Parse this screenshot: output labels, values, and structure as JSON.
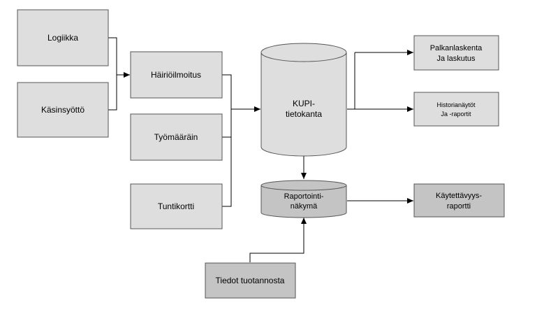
{
  "colors": {
    "box_fill": "#dedede",
    "box_fill_dark": "#c4c4c4",
    "box_stroke": "#555555",
    "line": "#000000"
  },
  "nodes": {
    "logiikka": "Logiikka",
    "kasinsyotto": "Käsinsyöttö",
    "hairioilmoitus": "Häiriöilmoitus",
    "tyomaarain": "Työmääräin",
    "tuntikortti": "Tuntikortti",
    "kupi": {
      "line1": "KUPI-",
      "line2": "tietokanta"
    },
    "raportointi": {
      "line1": "Raportointi-",
      "line2": "näkymä"
    },
    "palkanlaskenta": {
      "line1": "Palkanlaskenta",
      "line2": "Ja laskutus"
    },
    "historia": {
      "line1": "Historianäytöt",
      "line2": "Ja -raportit"
    },
    "kaytettavyys": {
      "line1": "Käytettävyys-",
      "line2": "raportti"
    },
    "tiedot": "Tiedot tuotannosta"
  }
}
